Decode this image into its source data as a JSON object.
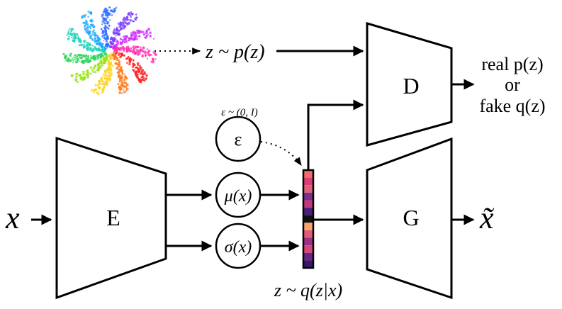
{
  "prior_label": "z ~ p(z)",
  "noise_label": "ε ~ (0, I)",
  "posterior_label": "z ~ q(z|x)",
  "input_label": "x",
  "output_label": "x̃",
  "blocks": {
    "encoder": "E",
    "discriminator": "D",
    "generator": "G"
  },
  "nodes": {
    "epsilon": "ε",
    "mu": "μ(x)",
    "sigma": "σ(x)"
  },
  "discriminator_output": {
    "line1": "real p(z)",
    "line2": "or",
    "line3": "fake q(z)"
  },
  "colors": {
    "latent_cells": [
      "#f26a6f",
      "#d93f74",
      "#e0607a",
      "#7d2d8c",
      "#c13a7e",
      "#4b1f74",
      "#111111",
      "#f7a36e",
      "#e25a77",
      "#9c3086",
      "#d8457a",
      "#6a2584",
      "#3b176a"
    ],
    "star_colors": [
      "#ff2020",
      "#ff7a1a",
      "#ffd21a",
      "#9be31a",
      "#2fd35a",
      "#1ad3b8",
      "#1aa8ff",
      "#2f6bff",
      "#7a3bff",
      "#d22bff",
      "#ff2fb0"
    ]
  }
}
